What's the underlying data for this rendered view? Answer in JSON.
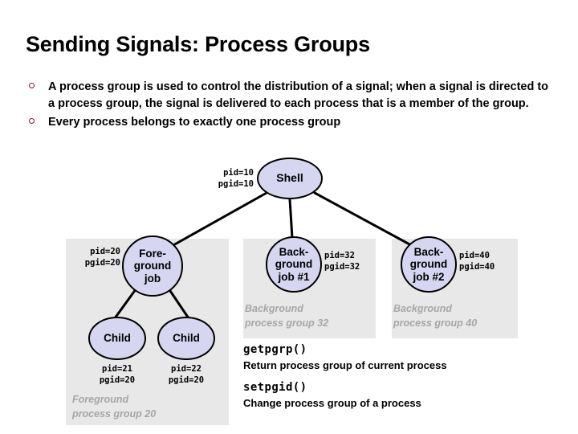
{
  "slide": {
    "title": "Sending Signals: Process Groups"
  },
  "bullets": [
    {
      "marker": "hollow-circle-bullet-icon",
      "text": "A process group is used to control the distribution of a signal; when a signal is directed to a process group, the signal is delivered to each process that is a member of the group."
    },
    {
      "marker": "hollow-circle-bullet-icon",
      "text": "Every process belongs to exactly one process group"
    }
  ],
  "diagram": {
    "nodes": {
      "shell": {
        "label": "Shell",
        "pid": "pid=10",
        "pgid": "pgid=10"
      },
      "fg": {
        "label": "Fore-\nground\njob",
        "pid": "pid=20",
        "pgid": "pgid=20"
      },
      "bg1": {
        "label": "Back-\nground\njob #1",
        "pid": "pid=32",
        "pgid": "pgid=32"
      },
      "bg2": {
        "label": "Back-\nground\njob #2",
        "pid": "pid=40",
        "pgid": "pgid=40"
      },
      "child1": {
        "label": "Child",
        "pid": "pid=21",
        "pgid": "pgid=20"
      },
      "child2": {
        "label": "Child",
        "pid": "pid=22",
        "pgid": "pgid=20"
      }
    },
    "groups": {
      "fg": {
        "caption_line1": "Foreground",
        "caption_line2": "process group 20"
      },
      "bg1": {
        "caption_line1": "Background",
        "caption_line2": "process group 32"
      },
      "bg2": {
        "caption_line1": "Background",
        "caption_line2": "process group 40"
      }
    },
    "edges": [
      {
        "from": "shell",
        "to": "fg"
      },
      {
        "from": "shell",
        "to": "bg1"
      },
      {
        "from": "shell",
        "to": "bg2"
      },
      {
        "from": "fg",
        "to": "child1"
      },
      {
        "from": "fg",
        "to": "child2"
      }
    ],
    "colors": {
      "node_fill": "#d6d6f0",
      "node_stroke": "#000000",
      "group_box_fill": "#e8e8e8",
      "group_caption": "#a6a6a6",
      "bullet_marker": "#7b2020"
    }
  },
  "syscalls": [
    {
      "name": "getpgrp()",
      "description": "Return process group of current process"
    },
    {
      "name": "setpgid()",
      "description": "Change process group of a process"
    }
  ]
}
